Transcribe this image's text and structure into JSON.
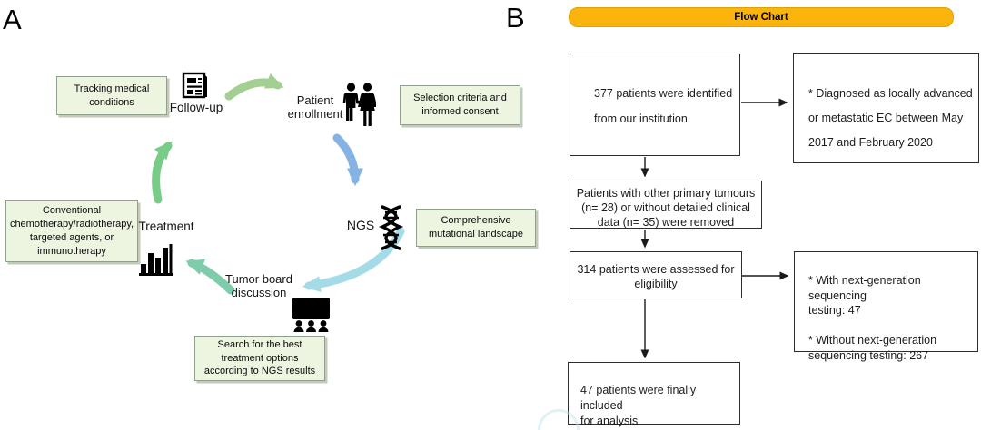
{
  "colors": {
    "box_green_bg": "#edf5e1",
    "box_green_border": "#8fa08f",
    "header_orange": "#fbb40c",
    "header_orange_border": "#dda206",
    "flow_border": "#2d2d2d",
    "flow_arrow": "#1a1a1a",
    "arrow_green_light": "#a3cf92",
    "arrow_blue": "#85b3e3",
    "arrow_cyan": "#a5dbe6",
    "arrow_teal": "#7eccab",
    "arrow_green": "#77cc88"
  },
  "panel_a": {
    "label": "A",
    "cycle": {
      "follow_up": "Follow-up",
      "patient_enrollment": "Patient enrollment",
      "ngs": "NGS",
      "tumor_board": "Tumor board discussion",
      "treatment": "Treatment"
    },
    "notes": {
      "tracking": "Tracking medical conditions",
      "selection": "Selection criteria and informed consent",
      "comprehensive": "Comprehensive mutational landscape",
      "search": "Search for the best treatment options according to NGS results",
      "conventional": "Conventional chemotherapy/radiotherapy, targeted agents, or immunotherapy"
    },
    "icons": {
      "follow_up": "newspaper-icon",
      "patient_enrollment": "couple-icon",
      "ngs": "dna-icon",
      "tumor_board": "presentation-audience-icon",
      "treatment": "bar-chart-icon"
    }
  },
  "panel_b": {
    "label": "B",
    "header": "Flow Chart",
    "boxes": {
      "box1": {
        "lines": [
          "377 patients were identified",
          "from our institution"
        ]
      },
      "side1": {
        "lines": [
          "* Diagnosed as locally advanced",
          "or metastatic EC between May",
          "2017 and February 2020"
        ]
      },
      "box2": {
        "lines": [
          "Patients with other primary tumours",
          "(n= 28) or without detailed clinical",
          "data (n= 35) were removed"
        ]
      },
      "box3": {
        "lines": [
          "314 patients were assessed for",
          "eligibility"
        ]
      },
      "side2": {
        "lines": [
          "* With next-generation sequencing",
          "testing: 47",
          "",
          "* Without next-generation",
          "sequencing testing: 267"
        ]
      },
      "box4": {
        "lines": [
          "47 patients were finally included",
          "for analysis"
        ]
      }
    }
  }
}
